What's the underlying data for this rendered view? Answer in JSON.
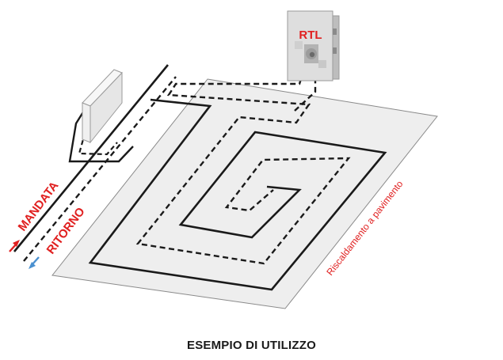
{
  "labels": {
    "supply": "MANDATA",
    "return": "RITORNO",
    "thermostat": "RTL",
    "floor": "Riscaldamento a pavimento"
  },
  "caption": "ESEMPIO DI UTILIZZO",
  "colors": {
    "accent_red": "#e02020",
    "return_arrow_blue": "#4a90d0",
    "floor_fill": "#eeeeee",
    "pipe": "#1a1a1a"
  }
}
